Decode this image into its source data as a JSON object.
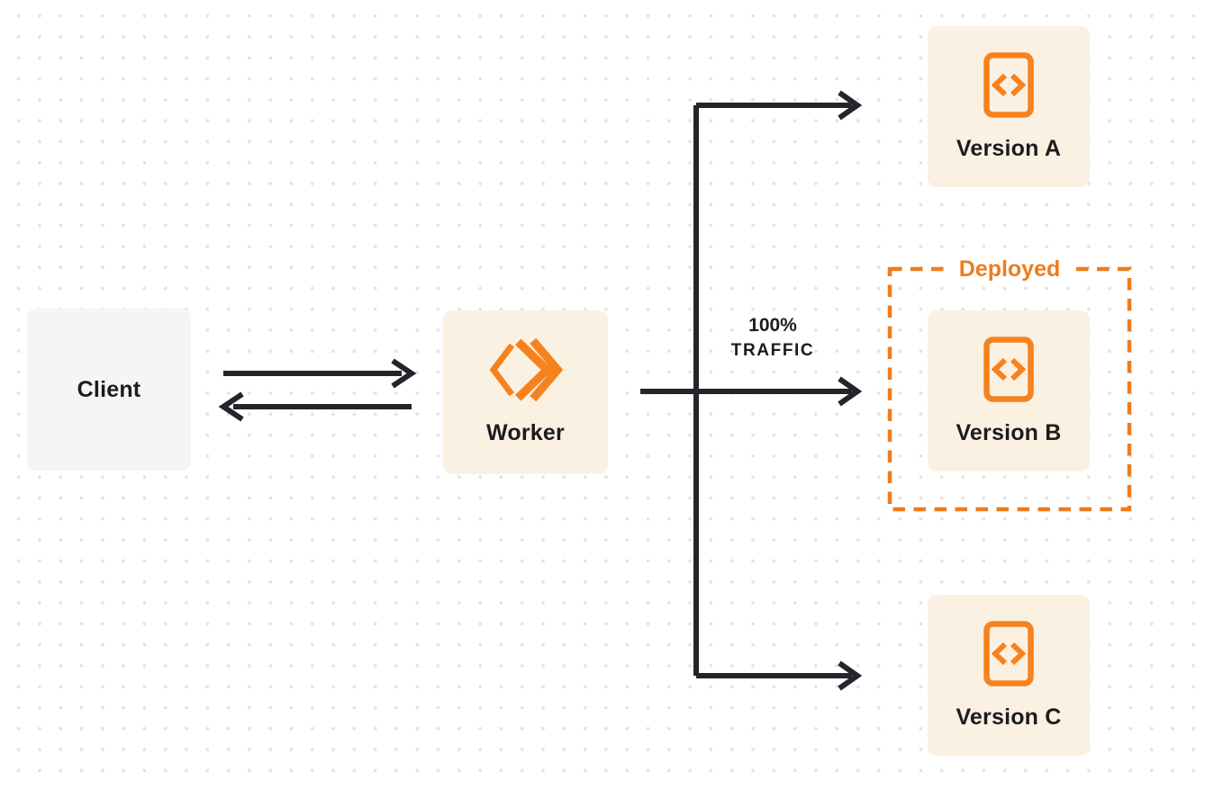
{
  "diagram": {
    "nodes": {
      "client": {
        "label": "Client"
      },
      "worker": {
        "label": "Worker"
      },
      "version_a": {
        "label": "Version A"
      },
      "version_b": {
        "label": "Version B"
      },
      "version_c": {
        "label": "Version C"
      }
    },
    "annotations": {
      "deployed": {
        "label": "Deployed"
      },
      "traffic": {
        "line1": "100%",
        "line2": "TRAFFIC"
      }
    },
    "icons": {
      "worker_node": "workers-logo-icon",
      "version_nodes": "code-icon"
    },
    "colors": {
      "orange": "#f6821f",
      "deployed_orange": "#ee7c1e",
      "node_cream": "#fbf1e2",
      "client_gray": "#f4f5f6",
      "line_dark": "#26242a",
      "background": "#ffffff",
      "dot": "#e2e2e2"
    }
  }
}
